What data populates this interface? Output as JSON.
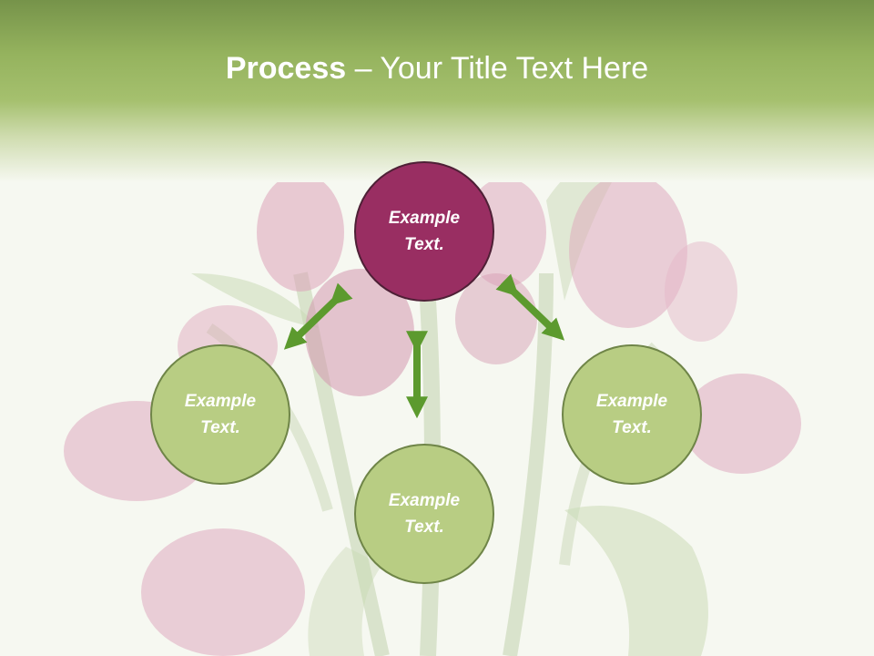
{
  "title": {
    "bold": "Process",
    "separator": " – ",
    "rest": "Your Title Text Here"
  },
  "diagram": {
    "nodes": [
      {
        "id": "top",
        "label": "Example Text."
      },
      {
        "id": "left",
        "label": "Example Text."
      },
      {
        "id": "right",
        "label": "Example Text."
      },
      {
        "id": "bottom",
        "label": "Example Text."
      }
    ],
    "connectors": [
      "top-left",
      "top-right",
      "top-bottom"
    ]
  },
  "colors": {
    "header_green": "#95b35e",
    "center_node": "#992e62",
    "side_node": "#b8cd83",
    "arrow": "#5c9a2e",
    "background": "#f6f8f1"
  }
}
